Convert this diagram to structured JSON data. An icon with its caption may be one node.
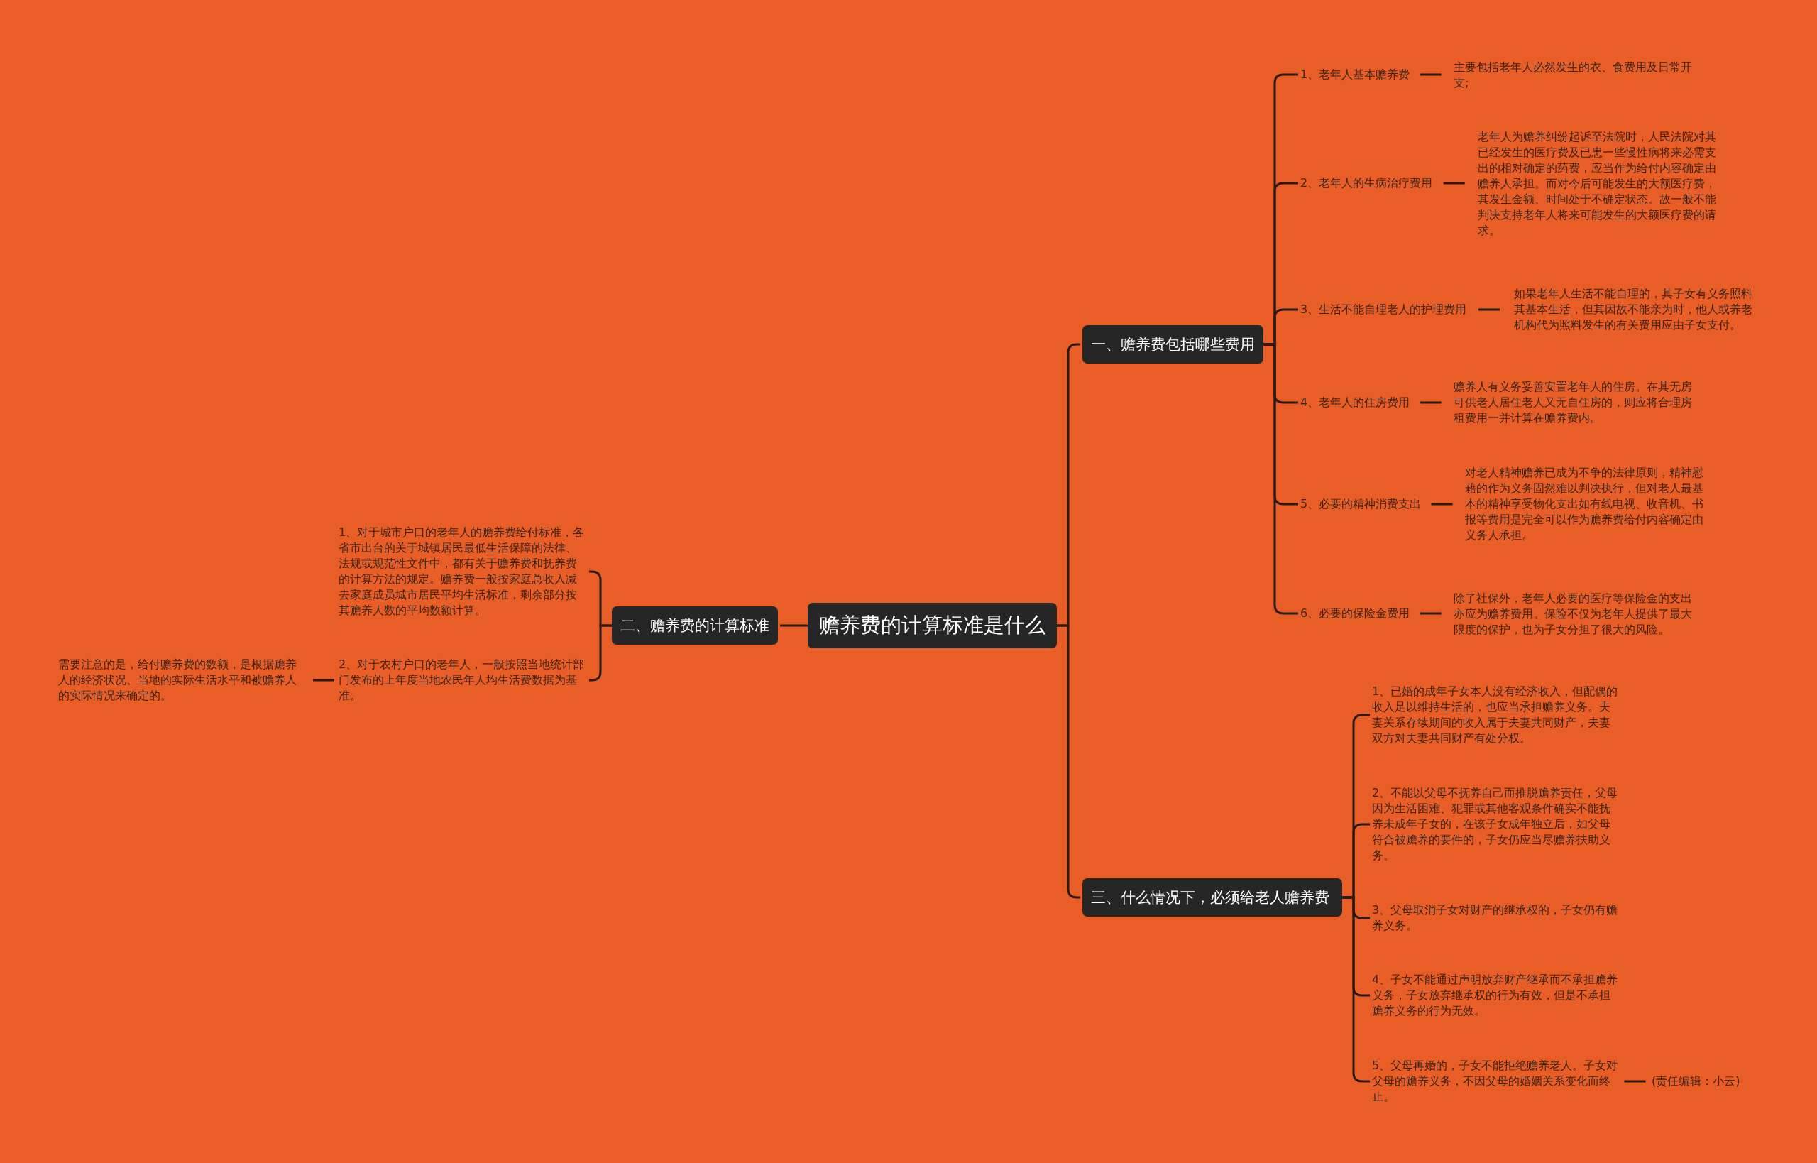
{
  "diagram": {
    "nodes": [
      {
        "text": [
          "赡养费的计算标准是什么"
        ]
      },
      {
        "text": [
          "一、赡养费包括哪些费用"
        ]
      },
      {
        "text": [
          "1、老年人基本赡养费"
        ]
      },
      {
        "text": [
          "主要包括老年人必然发生的衣、食费用及日常开支;"
        ]
      },
      {
        "text": [
          "2、老年人的生病治疗费用"
        ]
      },
      {
        "text": [
          "老年人为赡养纠纷起诉至法院时，人民法院对其已经发生的医疗费及已患一些慢性病将来必需支出的相对确定的药费，应当作为给付内容确定由赡养人承担。而对今后可能发生的大额医疗费，其发生金额、时间处于不确定状态。故一般不能判决支持老年人将来可能发生的大额医疗费的请求。"
        ]
      },
      {
        "text": [
          "3、生活不能自理老人的护理费用"
        ]
      },
      {
        "text": [
          "如果老年人生活不能自理的，其子女有义务照料其基本生活，但其因故不能亲为时，他人或养老机构代为照料发生的有关费用应由子女支付。"
        ]
      },
      {
        "text": [
          "4、老年人的住房费用"
        ]
      },
      {
        "text": [
          "赡养人有义务妥善安置老年人的住房。在其无房可供老人居住老人又无自住房的，则应将合理房租费用一并计算在赡养费内。"
        ]
      },
      {
        "text": [
          "5、必要的精神消费支出"
        ]
      },
      {
        "text": [
          "对老人精神赡养已成为不争的法律原则，精神慰藉的作为义务固然难以判决执行，但对老人最基本的精神享受物化支出如有线电视、收音机、书报等费用是完全可以作为赡养费给付内容确定由义务人承担。"
        ]
      },
      {
        "text": [
          "6、必要的保险金费用"
        ]
      },
      {
        "text": [
          "除了社保外，老年人必要的医疗等保险金的支出亦应为赡养费用。保险不仅为老年人提供了最大限度的保护，也为子女分担了很大的风险。"
        ]
      },
      {
        "text": [
          "二、赡养费的计算标准"
        ]
      },
      {
        "text": [
          "1、对于城市户口的老年人的赡养费给付标准，各省市出台的关于城镇居民最低生活保障的法律、法规或规范性文件中，都有关于赡养费和抚养费的计算方法的规定。赡养费一般按家庭总收入减去家庭成员城市居民平均生活标准，剩余部分按其赡养人数的平均数额计算。"
        ]
      },
      {
        "text": [
          "2、对于农村户口的老年人，一般按照当地统计部门发布的上年度当地农民年人均生活费数据为基准。"
        ]
      },
      {
        "text": [
          "需要注意的是，给付赡养费的数额，是根据赡养人的经济状况、当地的实际生活水平和被赡养人的实际情况来确定的。"
        ]
      },
      {
        "text": [
          "三、什么情况下，必须给老人赡养费"
        ]
      },
      {
        "text": [
          "1、已婚的成年子女本人没有经济收入，但配偶的收入足以维持生活的，也应当承担赡养义务。夫妻关系存续期间的收入属于夫妻共同财产，夫妻双方对夫妻共同财产有处分权。"
        ]
      },
      {
        "text": [
          "2、不能以父母不抚养自己而推脱赡养责任，父母因为生活困难、犯罪或其他客观条件确实不能抚养未成年子女的，在该子女成年独立后，如父母符合被赡养的要件的，子女仍应当尽赡养扶助义务。"
        ]
      },
      {
        "text": [
          "3、父母取消子女对财产的继承权的，子女仍有赡养义务。"
        ]
      },
      {
        "text": [
          "4、子女不能通过声明放弃财产继承而不承担赡养义务，子女放弃继承权的行为有效，但是不承担赡养义务的行为无效。"
        ]
      },
      {
        "text": [
          "5、父母再婚的，子女不能拒绝赡养老人。子女对父母的赡养义务，不因父母的婚姻关系变化而终止。"
        ]
      },
      {
        "text": [
          "(责任编辑：小云)"
        ]
      }
    ],
    "edges": [
      {
        "from": 0,
        "to": 1,
        "arrow": "none"
      },
      {
        "from": 1,
        "to": 2,
        "arrow": "none"
      },
      {
        "from": 2,
        "to": 3,
        "arrow": "none"
      },
      {
        "from": 1,
        "to": 4,
        "arrow": "none"
      },
      {
        "from": 4,
        "to": 5,
        "arrow": "none"
      },
      {
        "from": 1,
        "to": 6,
        "arrow": "none"
      },
      {
        "from": 6,
        "to": 7,
        "arrow": "none"
      },
      {
        "from": 1,
        "to": 8,
        "arrow": "none"
      },
      {
        "from": 8,
        "to": 9,
        "arrow": "none"
      },
      {
        "from": 1,
        "to": 10,
        "arrow": "none"
      },
      {
        "from": 10,
        "to": 11,
        "arrow": "none"
      },
      {
        "from": 1,
        "to": 12,
        "arrow": "none"
      },
      {
        "from": 12,
        "to": 13,
        "arrow": "none"
      },
      {
        "from": 0,
        "to": 14,
        "arrow": "none"
      },
      {
        "from": 14,
        "to": 15,
        "arrow": "none"
      },
      {
        "from": 14,
        "to": 16,
        "arrow": "none"
      },
      {
        "from": 16,
        "to": 17,
        "arrow": "none"
      },
      {
        "from": 0,
        "to": 18,
        "arrow": "none"
      },
      {
        "from": 18,
        "to": 19,
        "arrow": "none"
      },
      {
        "from": 18,
        "to": 20,
        "arrow": "none"
      },
      {
        "from": 18,
        "to": 21,
        "arrow": "none"
      },
      {
        "from": 18,
        "to": 22,
        "arrow": "none"
      },
      {
        "from": 18,
        "to": 23,
        "arrow": "none"
      },
      {
        "from": 23,
        "to": 24,
        "arrow": "none"
      }
    ]
  }
}
